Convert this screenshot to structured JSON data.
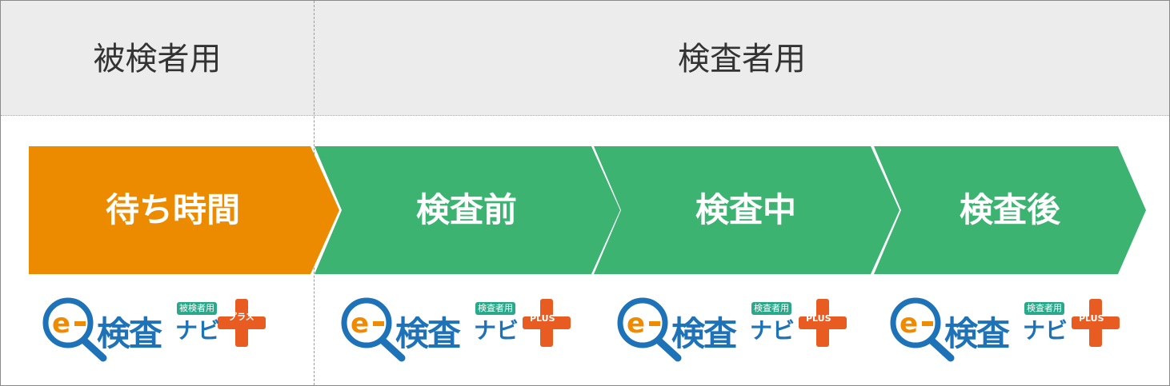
{
  "header": {
    "left_label": "被検者用",
    "right_label": "検査者用"
  },
  "stages": [
    {
      "label": "待ち時間",
      "color": "#ed8b00"
    },
    {
      "label": "検査前",
      "color": "#3cb371"
    },
    {
      "label": "検査中",
      "color": "#3cb371"
    },
    {
      "label": "検査後",
      "color": "#3cb371"
    }
  ],
  "logos": [
    {
      "word": "検査",
      "kana": "ナビ",
      "badge": "被検者用",
      "plus_text": "プラス",
      "icon": "magnifier-e-icon"
    },
    {
      "word": "検査",
      "kana": "ナビ",
      "badge": "検査者用",
      "plus_text": "PLUS",
      "icon": "magnifier-e-icon"
    },
    {
      "word": "検査",
      "kana": "ナビ",
      "badge": "検査者用",
      "plus_text": "PLUS",
      "icon": "magnifier-e-icon"
    },
    {
      "word": "検査",
      "kana": "ナビ",
      "badge": "検査者用",
      "plus_text": "PLUS",
      "icon": "magnifier-e-icon"
    }
  ],
  "colors": {
    "orange": "#ed8b00",
    "green": "#3cb371",
    "logo_blue": "#1e73b8",
    "logo_orange": "#e85b21",
    "badge_green": "#2aa88a"
  }
}
